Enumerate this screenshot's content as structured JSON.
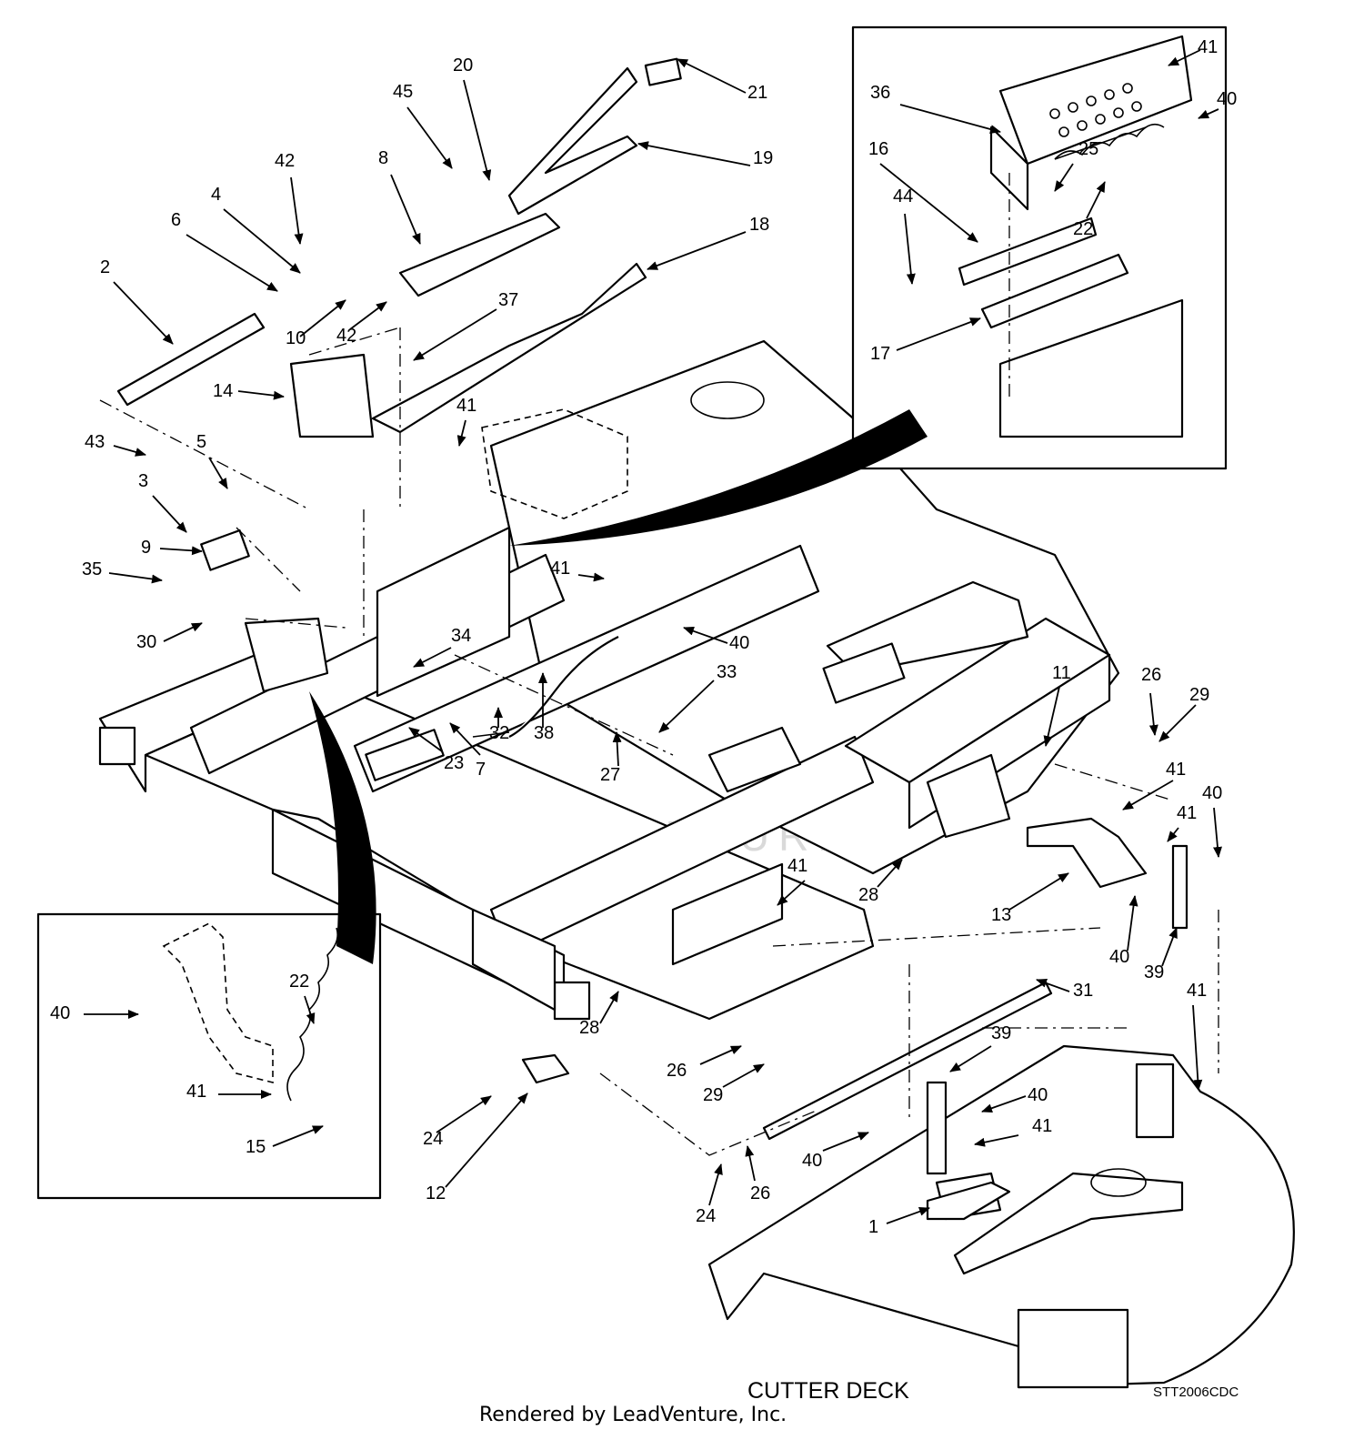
{
  "title": "CUTTER DECK",
  "diagram_code": "STT2006CDC",
  "credit": "Rendered by LeadVenture, Inc.",
  "watermark": "LEADVENTURE",
  "callouts": [
    {
      "id": "c1",
      "label": "1"
    },
    {
      "id": "c2",
      "label": "2"
    },
    {
      "id": "c3",
      "label": "3"
    },
    {
      "id": "c4",
      "label": "4"
    },
    {
      "id": "c5",
      "label": "5"
    },
    {
      "id": "c6",
      "label": "6"
    },
    {
      "id": "c7",
      "label": "7"
    },
    {
      "id": "c8",
      "label": "8"
    },
    {
      "id": "c9",
      "label": "9"
    },
    {
      "id": "c10",
      "label": "10"
    },
    {
      "id": "c11",
      "label": "11"
    },
    {
      "id": "c12",
      "label": "12"
    },
    {
      "id": "c13",
      "label": "13"
    },
    {
      "id": "c14",
      "label": "14"
    },
    {
      "id": "c15",
      "label": "15"
    },
    {
      "id": "c16",
      "label": "16"
    },
    {
      "id": "c17",
      "label": "17"
    },
    {
      "id": "c18",
      "label": "18"
    },
    {
      "id": "c19",
      "label": "19"
    },
    {
      "id": "c20",
      "label": "20"
    },
    {
      "id": "c21",
      "label": "21"
    },
    {
      "id": "c22a",
      "label": "22"
    },
    {
      "id": "c22b",
      "label": "22"
    },
    {
      "id": "c23",
      "label": "23"
    },
    {
      "id": "c24a",
      "label": "24"
    },
    {
      "id": "c24b",
      "label": "24"
    },
    {
      "id": "c25",
      "label": "25"
    },
    {
      "id": "c26a",
      "label": "26"
    },
    {
      "id": "c26b",
      "label": "26"
    },
    {
      "id": "c26c",
      "label": "26"
    },
    {
      "id": "c27",
      "label": "27"
    },
    {
      "id": "c28a",
      "label": "28"
    },
    {
      "id": "c28b",
      "label": "28"
    },
    {
      "id": "c29a",
      "label": "29"
    },
    {
      "id": "c29b",
      "label": "29"
    },
    {
      "id": "c30",
      "label": "30"
    },
    {
      "id": "c31",
      "label": "31"
    },
    {
      "id": "c32",
      "label": "32"
    },
    {
      "id": "c33",
      "label": "33"
    },
    {
      "id": "c34",
      "label": "34"
    },
    {
      "id": "c35",
      "label": "35"
    },
    {
      "id": "c36",
      "label": "36"
    },
    {
      "id": "c37",
      "label": "37"
    },
    {
      "id": "c38",
      "label": "38"
    },
    {
      "id": "c39a",
      "label": "39"
    },
    {
      "id": "c39b",
      "label": "39"
    },
    {
      "id": "c40a",
      "label": "40"
    },
    {
      "id": "c40b",
      "label": "40"
    },
    {
      "id": "c40c",
      "label": "40"
    },
    {
      "id": "c40d",
      "label": "40"
    },
    {
      "id": "c40e",
      "label": "40"
    },
    {
      "id": "c40f",
      "label": "40"
    },
    {
      "id": "c40g",
      "label": "40"
    },
    {
      "id": "c41a",
      "label": "41"
    },
    {
      "id": "c41b",
      "label": "41"
    },
    {
      "id": "c41c",
      "label": "41"
    },
    {
      "id": "c41d",
      "label": "41"
    },
    {
      "id": "c41e",
      "label": "41"
    },
    {
      "id": "c41f",
      "label": "41"
    },
    {
      "id": "c41g",
      "label": "41"
    },
    {
      "id": "c41h",
      "label": "41"
    },
    {
      "id": "c41i",
      "label": "41"
    },
    {
      "id": "c42a",
      "label": "42"
    },
    {
      "id": "c42b",
      "label": "42"
    },
    {
      "id": "c43",
      "label": "43"
    },
    {
      "id": "c44",
      "label": "44"
    },
    {
      "id": "c45",
      "label": "45"
    }
  ]
}
